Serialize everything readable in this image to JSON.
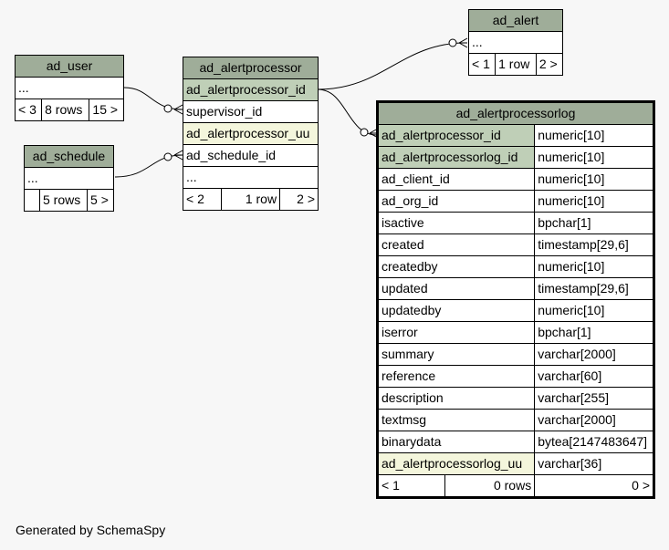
{
  "tables": {
    "ad_alert": {
      "name": "ad_alert",
      "columns": [
        "..."
      ],
      "footer": [
        "< 1",
        "1 row",
        "2 >"
      ]
    },
    "ad_user": {
      "name": "ad_user",
      "columns": [
        "..."
      ],
      "footer": [
        "< 3",
        "8 rows",
        "15 >"
      ]
    },
    "ad_schedule": {
      "name": "ad_schedule",
      "columns": [
        "..."
      ],
      "footer": [
        "",
        "5 rows",
        "5 >"
      ]
    },
    "ad_alertprocessor": {
      "name": "ad_alertprocessor",
      "columns": [
        "ad_alertprocessor_id",
        "supervisor_id",
        "ad_alertprocessor_uu",
        "ad_schedule_id",
        "..."
      ],
      "footer": [
        "< 2",
        "1 row",
        "2 >"
      ]
    },
    "ad_alertprocessorlog": {
      "name": "ad_alertprocessorlog",
      "columns": [
        {
          "name": "ad_alertprocessor_id",
          "type": "numeric[10]"
        },
        {
          "name": "ad_alertprocessorlog_id",
          "type": "numeric[10]"
        },
        {
          "name": "ad_client_id",
          "type": "numeric[10]"
        },
        {
          "name": "ad_org_id",
          "type": "numeric[10]"
        },
        {
          "name": "isactive",
          "type": "bpchar[1]"
        },
        {
          "name": "created",
          "type": "timestamp[29,6]"
        },
        {
          "name": "createdby",
          "type": "numeric[10]"
        },
        {
          "name": "updated",
          "type": "timestamp[29,6]"
        },
        {
          "name": "updatedby",
          "type": "numeric[10]"
        },
        {
          "name": "iserror",
          "type": "bpchar[1]"
        },
        {
          "name": "summary",
          "type": "varchar[2000]"
        },
        {
          "name": "reference",
          "type": "varchar[60]"
        },
        {
          "name": "description",
          "type": "varchar[255]"
        },
        {
          "name": "textmsg",
          "type": "varchar[2000]"
        },
        {
          "name": "binarydata",
          "type": "bytea[2147483647]"
        },
        {
          "name": "ad_alertprocessorlog_uu",
          "type": "varchar[36]"
        }
      ],
      "footer": [
        "< 1",
        "0 rows",
        "0 >"
      ]
    }
  },
  "footer_text": "Generated by SchemaSpy"
}
